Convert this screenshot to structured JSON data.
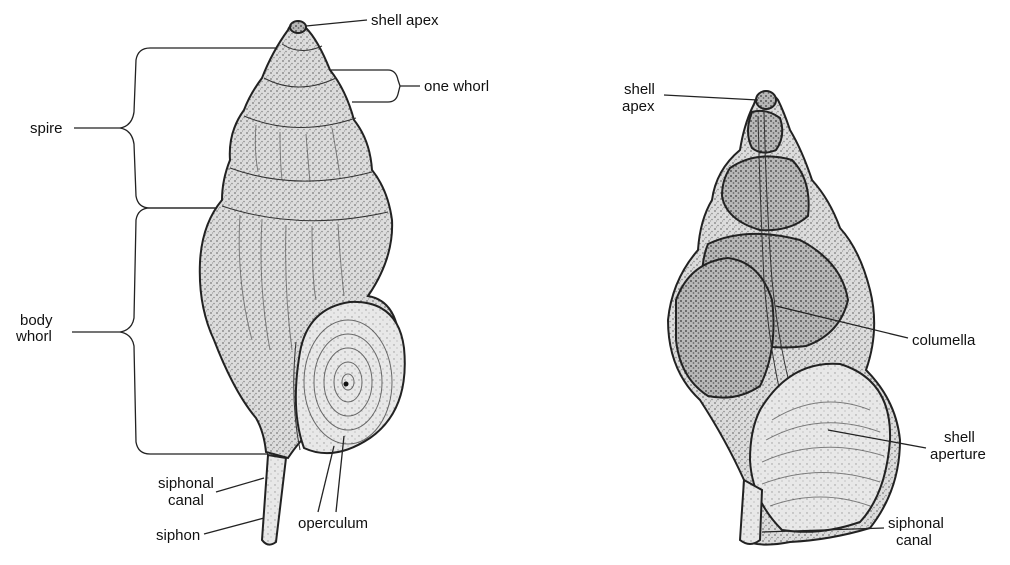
{
  "left_shell": {
    "labels": {
      "shell_apex": "shell apex",
      "one_whorl": "one whorl",
      "spire": "spire",
      "body_whorl_1": "body",
      "body_whorl_2": "whorl",
      "siphonal_canal_1": "siphonal",
      "siphonal_canal_2": "canal",
      "siphon": "siphon",
      "operculum": "operculum"
    }
  },
  "right_shell": {
    "labels": {
      "shell_apex_1": "shell",
      "shell_apex_2": "apex",
      "columella": "columella",
      "shell_aperture_1": "shell",
      "shell_aperture_2": "aperture",
      "siphonal_canal_1": "siphonal",
      "siphonal_canal_2": "canal"
    }
  },
  "colors": {
    "shell_fill": "#d9d9d9",
    "shell_shade": "#a8a8a8",
    "outline": "#222222",
    "label": "#111111"
  }
}
